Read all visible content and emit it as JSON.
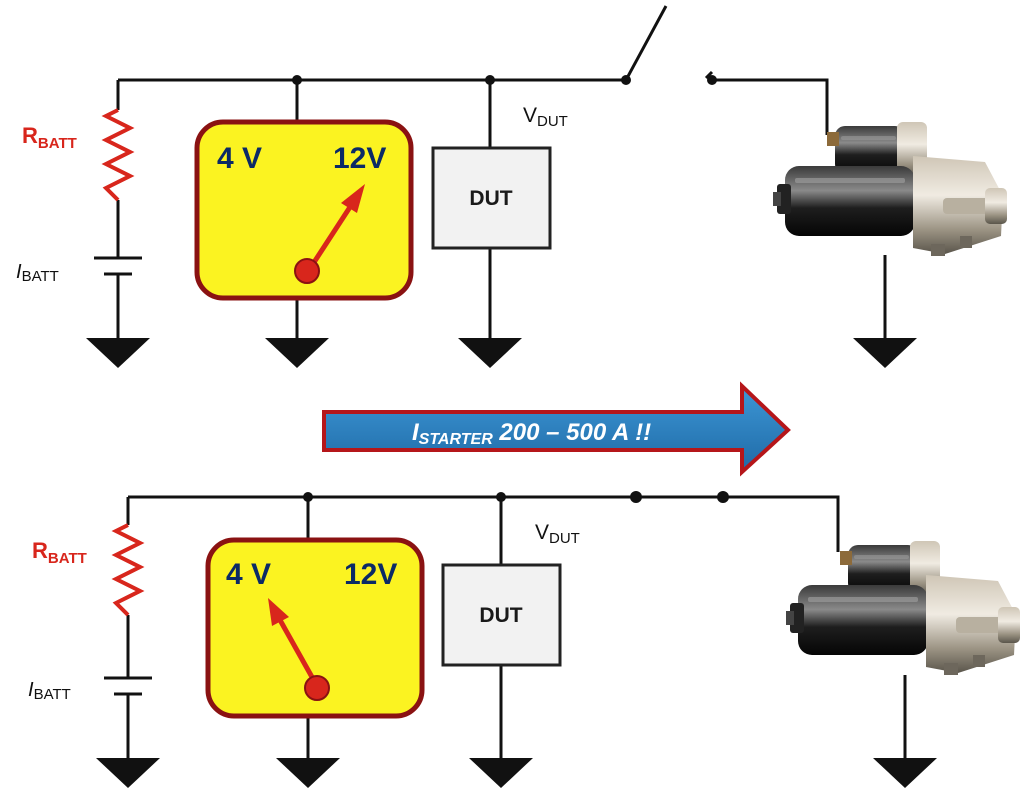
{
  "top_circuit": {
    "resistor_label": {
      "main": "R",
      "sub": "BATT"
    },
    "battery_label": {
      "main": "I",
      "sub": "BATT"
    },
    "meter": {
      "left_label": "4 V",
      "right_label": "12V",
      "needle_points_to": "12V"
    },
    "dut_label": "DUT",
    "vdut_label": {
      "main": "V",
      "sub": "DUT"
    },
    "switch_state": "open"
  },
  "starter_arrow": {
    "main": "I",
    "sub": "STARTER",
    "rest": " 200 – 500 A !!"
  },
  "bottom_circuit": {
    "resistor_label": {
      "main": "R",
      "sub": "BATT"
    },
    "battery_label": {
      "main": "I",
      "sub": "BATT"
    },
    "meter": {
      "left_label": "4 V",
      "right_label": "12V",
      "needle_points_to": "4 V"
    },
    "dut_label": "DUT",
    "vdut_label": {
      "main": "V",
      "sub": "DUT"
    },
    "switch_state": "closed"
  },
  "colors": {
    "wire": "#111111",
    "resistor": "#d8261c",
    "meter_fill": "#fbf321",
    "meter_border": "#8a1212",
    "needle": "#d8261c",
    "dut_fill": "#f2f2f2",
    "arrow_fill": "#2f86c4",
    "arrow_border": "#b5161a"
  },
  "icons": {
    "motor": "starter-motor-icon",
    "ground": "ground-icon"
  }
}
